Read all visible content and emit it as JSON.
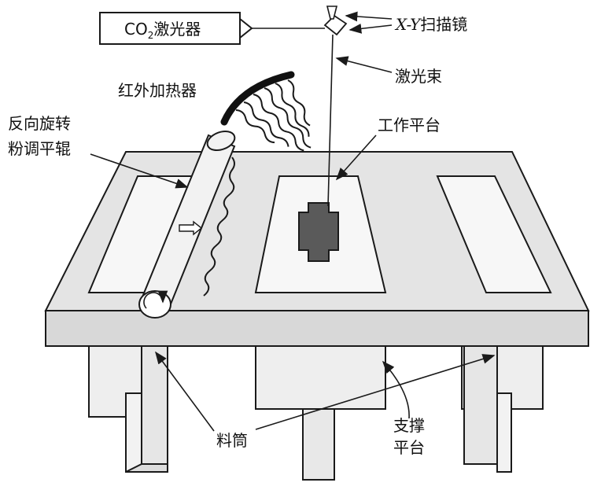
{
  "labels": {
    "laser_prefix": "CO",
    "laser_sub": "2",
    "laser_suffix": "激光器",
    "scanner_xy": "X-Y",
    "scanner_text": "扫描镜",
    "laser_beam": "激光束",
    "ir_heater": "红外加热器",
    "roller_line1": "反向旋转",
    "roller_line2": "粉调平辊",
    "platform": "工作平台",
    "feed_cylinder": "料筒",
    "support_line1": "支撑",
    "support_line2": "平台"
  },
  "colors": {
    "line": "#1a1a1a",
    "body_light": "#ececec",
    "table_top": "#e3e3e3",
    "table_front": "#d6d6d6",
    "part": "#5a5a5a"
  }
}
